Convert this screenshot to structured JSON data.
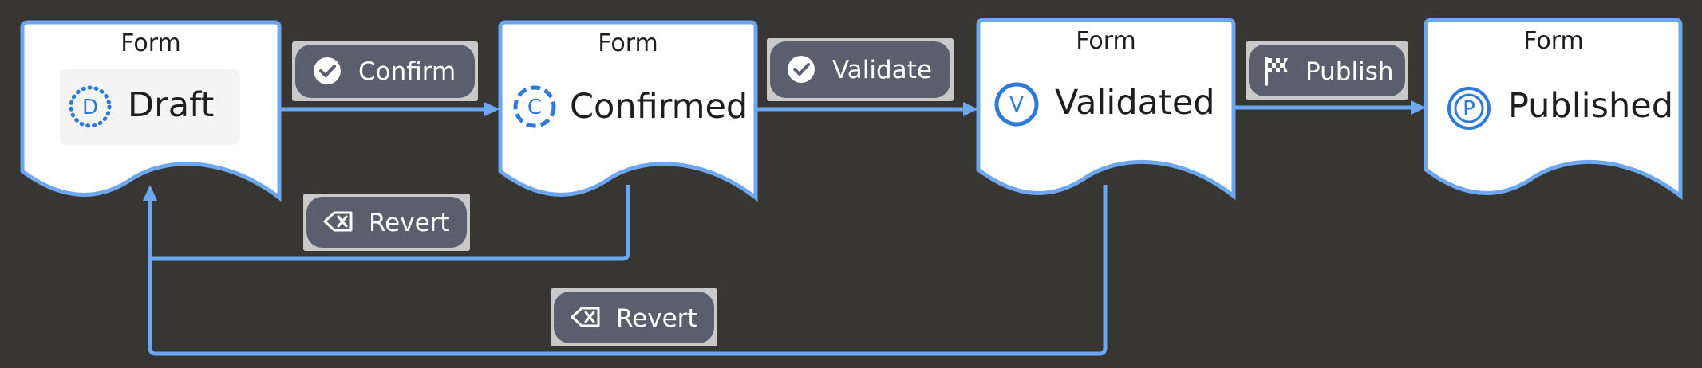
{
  "nodes": {
    "draft": {
      "title": "Form",
      "name": "Draft",
      "badge": "D"
    },
    "confirmed": {
      "title": "Form",
      "name": "Confirmed",
      "badge": "C"
    },
    "validated": {
      "title": "Form",
      "name": "Validated",
      "badge": "V"
    },
    "published": {
      "title": "Form",
      "name": "Published",
      "badge": "P"
    }
  },
  "actions": {
    "confirm": {
      "label": "Confirm",
      "icon": "check-circle-icon"
    },
    "validate": {
      "label": "Validate",
      "icon": "check-circle-icon"
    },
    "publish": {
      "label": "Publish",
      "icon": "checkered-flag-icon"
    },
    "revert_from_confirmed": {
      "label": "Revert",
      "icon": "backspace-icon"
    },
    "revert_from_validated": {
      "label": "Revert",
      "icon": "backspace-icon"
    }
  },
  "colors": {
    "background": "#373632",
    "edge": "#6ea7f1",
    "badge": "#2f7ad8",
    "button": "#5b5e6c",
    "button_frame": "#c9c9c9"
  }
}
